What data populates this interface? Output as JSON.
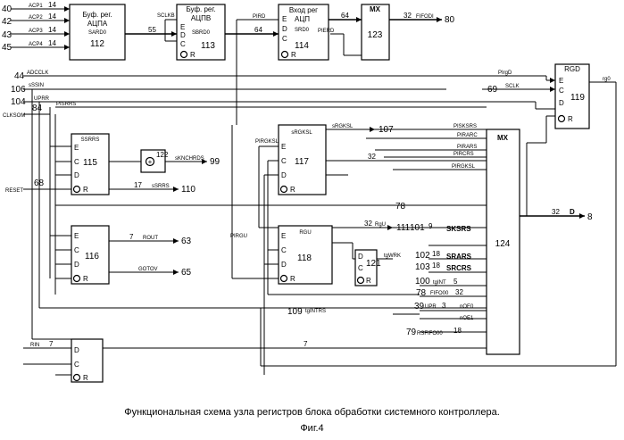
{
  "blocks": {
    "b112": {
      "t1": "Буф. рег.",
      "t2": "АЦПА",
      "t3": "SARD0",
      "num": "112"
    },
    "b113": {
      "t1": "Буф. рег.",
      "t2": "АЦПВ",
      "t3": "SBRD0",
      "num": "113"
    },
    "b114": {
      "t1": "Вход рег",
      "t2": "АЦП",
      "t3": "SRD0",
      "num": "114"
    },
    "b123": {
      "t1": "MX",
      "num": "123"
    },
    "b119": {
      "t1": "RGD",
      "num": "119"
    },
    "b115": {
      "t1": "SSRRS",
      "num": "115"
    },
    "b122": {
      "sym": "+",
      "num": "122"
    },
    "b117": {
      "t1": "sRGKSL",
      "num": "117"
    },
    "b116": {
      "num": "116"
    },
    "b118": {
      "t1": "RGU",
      "num": "118"
    },
    "b121": {
      "num": "121"
    },
    "b124": {
      "t1": "MX",
      "num": "124"
    }
  },
  "pins": {
    "E": "E",
    "C": "C",
    "D": "D",
    "R": "R"
  },
  "ports": {
    "p40": "40",
    "p42": "42",
    "p43": "43",
    "p45": "45",
    "p44": "44",
    "p106": "106",
    "p104": "104",
    "p68": "68",
    "p80": "80",
    "p99": "99",
    "p110": "110",
    "p107": "107",
    "p63": "63",
    "p65": "65",
    "p8": "8",
    "p111": "111",
    "p69": "69"
  },
  "signals": {
    "acp1": "ACP1",
    "acp2": "ACP2",
    "acp3": "ACP3",
    "acp4": "ACP4",
    "sclkb": "SCLKB",
    "pird": "PIRD",
    "pierd": "PIERD",
    "fifodi": "FIFODI",
    "adcclk": "ADCCLK",
    "ssin": "sSSIN",
    "uprr": "UPRR",
    "pisrrs": "PISRRS",
    "clksom": "CLKSOM",
    "reset": "RESET",
    "rin": "RIN",
    "pirgd": "PIrgD",
    "sclk": "SCLK",
    "rg0": "rg0",
    "pisksrs": "PISKSRS",
    "pirarc": "PIRARC",
    "pirars": "PIRARS",
    "pircrs": "PIRCRS",
    "pirgksl": "PIRGKSL",
    "pirgksl2": "PIRGKSL",
    "srgksl": "sRGKSL",
    "sknchrds": "sKNCHRDS",
    "ssrrs": "sSRRS",
    "rout": "ROUT",
    "gotov": "GOTOV",
    "pirgu": "PIRGU",
    "rgu": "RgU",
    "sksrs": "SKSRS",
    "srars": "SRARS",
    "srcrs": "SRCRS",
    "tgint": "tgINT",
    "fifoo0": "FIFO00",
    "upr": "UPR",
    "noe0": "nOE0",
    "noe1": "nOE1",
    "rsfifo00": "RSFIFO00",
    "tgwrk": "tgWRK",
    "tgintrs": "tgINTRS",
    "d": "D"
  },
  "widths": {
    "w14a": "14",
    "w14b": "14",
    "w14c": "14",
    "w14d": "14",
    "w55": "55",
    "w64a": "64",
    "w64b": "64",
    "w32a": "32",
    "w84": "84",
    "w7a": "7",
    "w7b": "7",
    "w7c": "7",
    "w17": "17",
    "w78": "78",
    "w32b": "32",
    "w32c": "32",
    "w101": "101",
    "w9": "9",
    "w102": "102",
    "w18a": "18",
    "w103": "103",
    "w18b": "18",
    "w100": "100",
    "w5": "5",
    "w78b": "78",
    "w32d": "32",
    "w39": "39",
    "w3": "3",
    "w79": "79",
    "w18c": "18",
    "w109": "109",
    "w32e": "32"
  },
  "caption": {
    "line1": "Функциональная схема  узла регистров блока обработки системного контроллера.",
    "line2": "Фиг.4"
  }
}
